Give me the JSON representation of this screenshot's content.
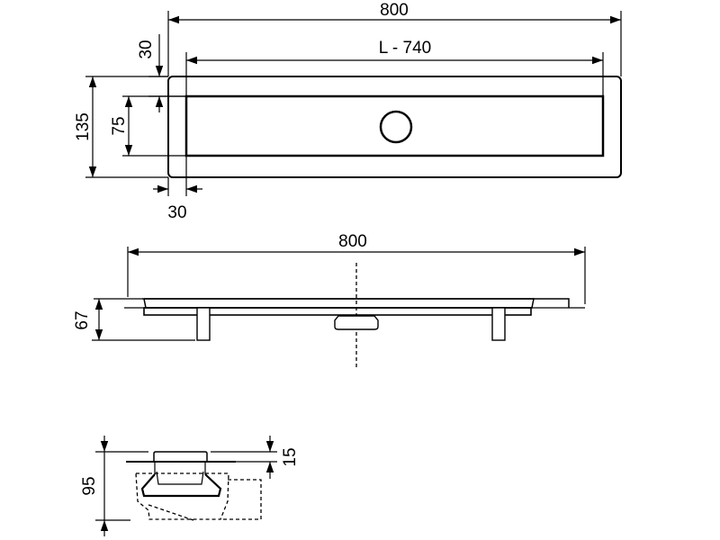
{
  "top_view": {
    "overall_length": "800",
    "inner_length": "L - 740",
    "margin_top": "30",
    "overall_width": "135",
    "inner_width": "75",
    "margin_side": "30"
  },
  "side_view": {
    "overall_length": "800",
    "height": "67"
  },
  "section_view": {
    "overall_height": "95",
    "flange_height": "15"
  }
}
